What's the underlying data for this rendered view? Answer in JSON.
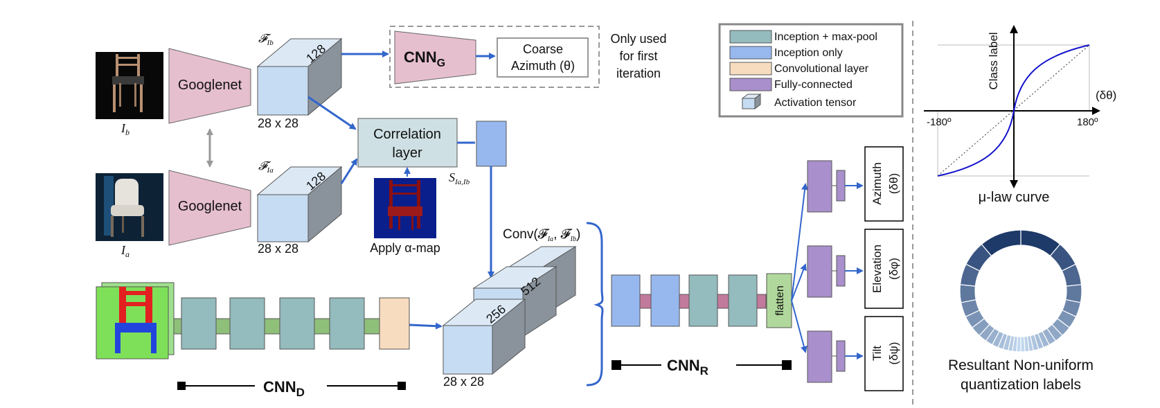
{
  "blocks": {
    "googlenet_top": "Googlenet",
    "googlenet_bottom": "Googlenet",
    "cnn_g": "CNN",
    "cnn_g_sub": "G",
    "coarse_line1": "Coarse",
    "coarse_line2": "Azimuth (θ)",
    "only_used_line1": "Only used",
    "only_used_line2": "for first",
    "only_used_line3": "iteration",
    "correlation_line1": "Correlation",
    "correlation_line2": "layer",
    "apply_alpha": "Apply α-map",
    "flatten": "flatten"
  },
  "tensors": {
    "top_depth": "128",
    "top_size": "28 x 28",
    "bottom_depth": "128",
    "bottom_size": "28 x 28",
    "conv_depth_256": "256",
    "conv_depth_512": "512",
    "conv_size": "28 x 28"
  },
  "math_labels": {
    "f_ib": "𝓕",
    "f_ib_sub": "Ib",
    "f_ia": "𝓕",
    "f_ia_sub": "Ia",
    "i_b": "I",
    "i_b_sub": "b",
    "i_a": "I",
    "i_a_sub": "a",
    "s_label": "S",
    "s_sub": "Ia,Ib",
    "conv_label": "Conv(𝓕",
    "conv_label_mid": ", 𝓕",
    "conv_sub_a": "Ia",
    "conv_sub_b": "Ib",
    "conv_close": ")"
  },
  "networks": {
    "cnn_d": "CNN",
    "cnn_d_sub": "D",
    "cnn_r": "CNN",
    "cnn_r_sub": "R"
  },
  "outputs": {
    "azimuth_line1": "Azimuth",
    "azimuth_line2": "(δθ)",
    "elevation_line1": "Elevation",
    "elevation_line2": "(δφ)",
    "tilt_line1": "Tilt",
    "tilt_line2": "(δψ)"
  },
  "legend": {
    "items": [
      {
        "label": "Inception + max-pool",
        "color": "#94bbbd"
      },
      {
        "label": "Inception only",
        "color": "#97b8ee"
      },
      {
        "label": "Convolutional layer",
        "color": "#f8dcc0"
      },
      {
        "label": "Fully-connected",
        "color": "#a98fcc"
      },
      {
        "label": "Activation tensor",
        "color": "#c6dcf2"
      }
    ]
  },
  "mulaw": {
    "y_label": "Class label",
    "x_label": "(δθ)",
    "left_tick": "-180º",
    "right_tick": "180º",
    "caption": "μ-law curve"
  },
  "ring": {
    "caption_line1": "Resultant Non-uniform",
    "caption_line2": "quantization labels"
  },
  "colors": {
    "googlenet": "#e6bfcf",
    "tensor_face": "#c6dcf2",
    "tensor_side": "#8a939c",
    "inception_pool": "#94bbbd",
    "inception_only": "#97b8ee",
    "conv_layer": "#f8dcc0",
    "fully_connected": "#a98fcc",
    "flatten": "#b1d89c",
    "arrow": "#3366cc",
    "link_green": "#8fc07a",
    "link_pink": "#c27a9c",
    "correlation": "#cfe0e4",
    "ring_dark": "#0d2a5c",
    "ring_light": "#c6dcf2"
  }
}
